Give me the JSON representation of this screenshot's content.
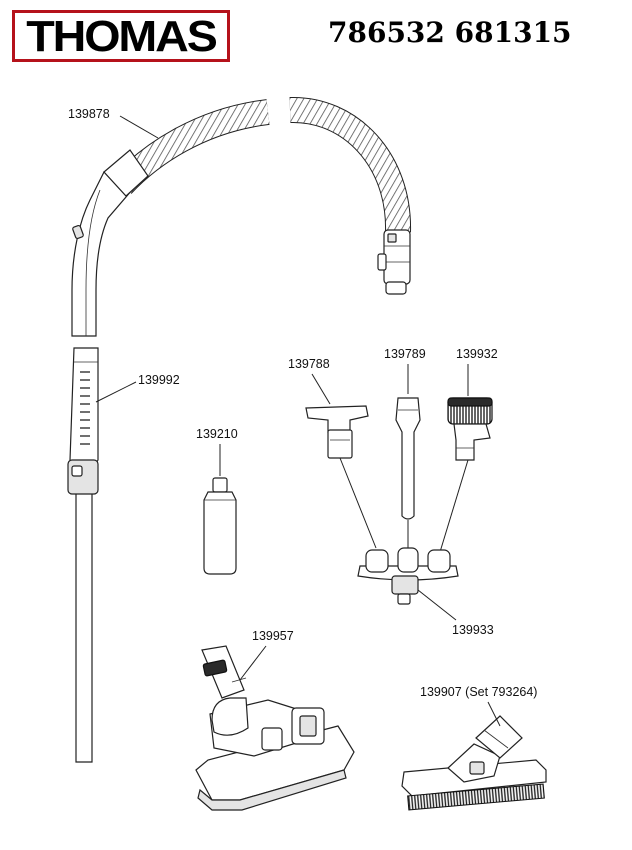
{
  "brand": {
    "logo_text": "THOMAS",
    "model_numbers": "786532 681315"
  },
  "parts": [
    {
      "id": "hose",
      "number": "139878"
    },
    {
      "id": "tube",
      "number": "139992"
    },
    {
      "id": "bottle",
      "number": "139210"
    },
    {
      "id": "upholstery-nozzle",
      "number": "139788"
    },
    {
      "id": "crevice-nozzle",
      "number": "139789"
    },
    {
      "id": "dusting-brush",
      "number": "139932"
    },
    {
      "id": "accessory-holder",
      "number": "139933"
    },
    {
      "id": "floor-nozzle",
      "number": "139957"
    },
    {
      "id": "parquet-nozzle",
      "number": "139907 (Set 793264)"
    }
  ]
}
